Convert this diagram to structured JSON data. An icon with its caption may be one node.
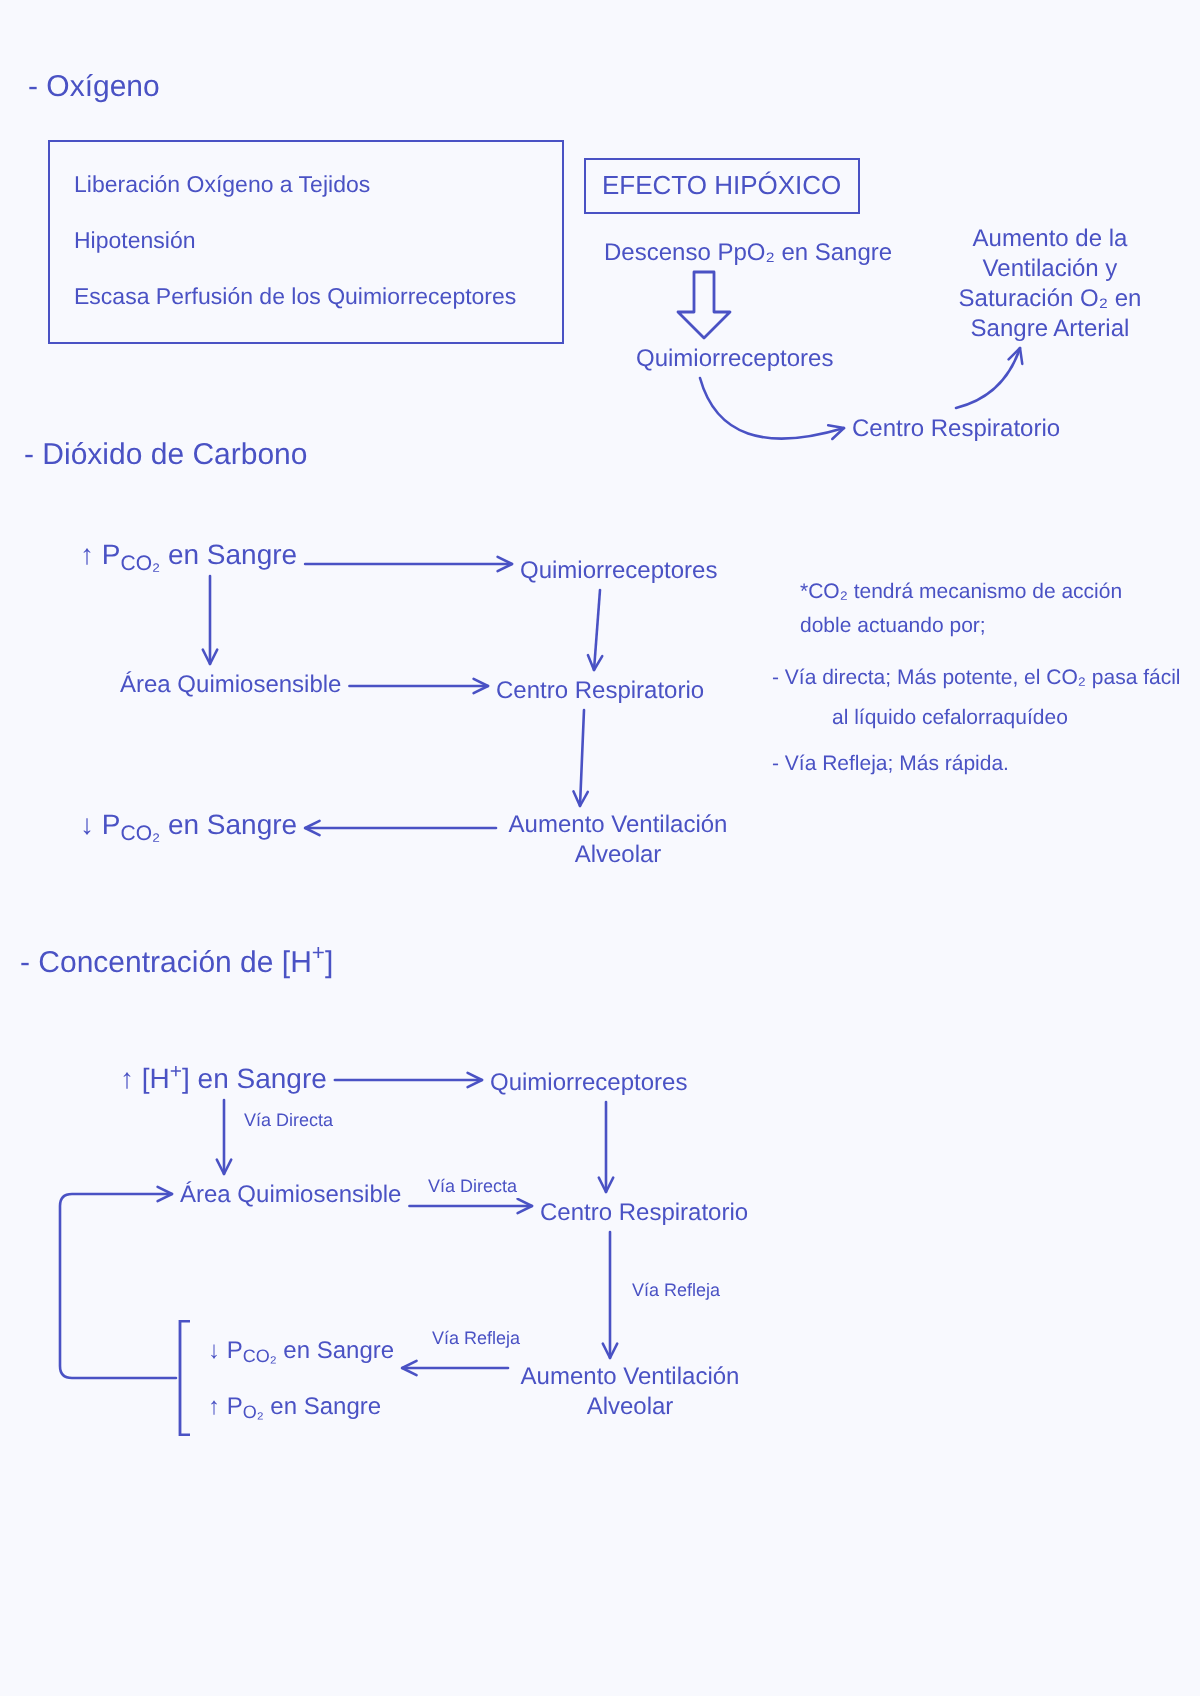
{
  "diagram": {
    "nodes": [
      {
        "text": [
          "Liberación Oxígeno a Tejidos",
          "Hipotensión",
          "Escasa Perfusión de los Quimiorreceptores"
        ]
      },
      {
        "text": [
          "EFECTO HIPÓXICO"
        ]
      },
      {
        "text": [
          "Descenso PpO₂ en Sangre"
        ]
      },
      {
        "text": [
          "Aumento de la Ventilación y Saturación O₂ en Sangre Arterial"
        ]
      },
      {
        "text": [
          "Quimiorreceptores"
        ]
      },
      {
        "text": [
          "Centro Respiratorio"
        ]
      },
      {
        "text": [
          "↑ P$_{CO₂}$ en Sangre"
        ]
      },
      {
        "text": [
          "Quimiorreceptores"
        ]
      },
      {
        "text": [
          "Área Quimiosensible"
        ]
      },
      {
        "text": [
          "Centro Respiratorio"
        ]
      },
      {
        "text": [
          "↓ P$_{CO₂}$ en Sangre"
        ]
      },
      {
        "text": [
          "Aumento Ventilación Alveolar"
        ]
      },
      {
        "text": [
          "↑ [H$^{+}$] en Sangre"
        ]
      },
      {
        "text": [
          "Quimiorreceptores"
        ]
      },
      {
        "text": [
          "Área Quimiosensible"
        ]
      },
      {
        "text": [
          "Centro Respiratorio"
        ]
      },
      {
        "text": [
          "↓ P$_{CO₂}$ en Sangre",
          "↑ P$_{O₂}$ en Sangre"
        ]
      },
      {
        "text": [
          "Aumento Ventilación Alveolar"
        ]
      }
    ],
    "edges": [
      {
        "from": 2,
        "to": 4,
        "arrow": "to",
        "style": "thick"
      },
      {
        "from": 4,
        "to": 5,
        "arrow": "to"
      },
      {
        "from": 5,
        "to": 3,
        "arrow": "to"
      },
      {
        "from": 6,
        "to": 7,
        "arrow": "to"
      },
      {
        "from": 6,
        "to": 8,
        "arrow": "to"
      },
      {
        "from": 7,
        "to": 9,
        "arrow": "to"
      },
      {
        "from": 8,
        "to": 9,
        "arrow": "to"
      },
      {
        "from": 9,
        "to": 11,
        "arrow": "to"
      },
      {
        "from": 11,
        "to": 10,
        "arrow": "to"
      },
      {
        "from": 12,
        "to": 13,
        "arrow": "to"
      },
      {
        "from": 12,
        "to": 14,
        "arrow": "to",
        "label": "Vía Directa"
      },
      {
        "from": 14,
        "to": 15,
        "arrow": "to",
        "label": "Vía Directa"
      },
      {
        "from": 13,
        "to": 15,
        "arrow": "to"
      },
      {
        "from": 15,
        "to": 17,
        "arrow": "to",
        "label": "Vía Refleja"
      },
      {
        "from": 17,
        "to": 16,
        "arrow": "to",
        "label": "Vía Refleja"
      },
      {
        "from": 16,
        "to": 14,
        "arrow": "to"
      }
    ],
    "labels": [
      "- Oxígeno",
      "- Dióxido de Carbono",
      "*CO₂ tendrá mecanismo de acción doble actuando por;",
      "- Vía directa; Más potente, el CO₂ pasa fácil al líquido cefalorraquídeo",
      "- Vía Refleja; Más rápida.",
      "- Concentración de [H$^{+}$]"
    ]
  }
}
